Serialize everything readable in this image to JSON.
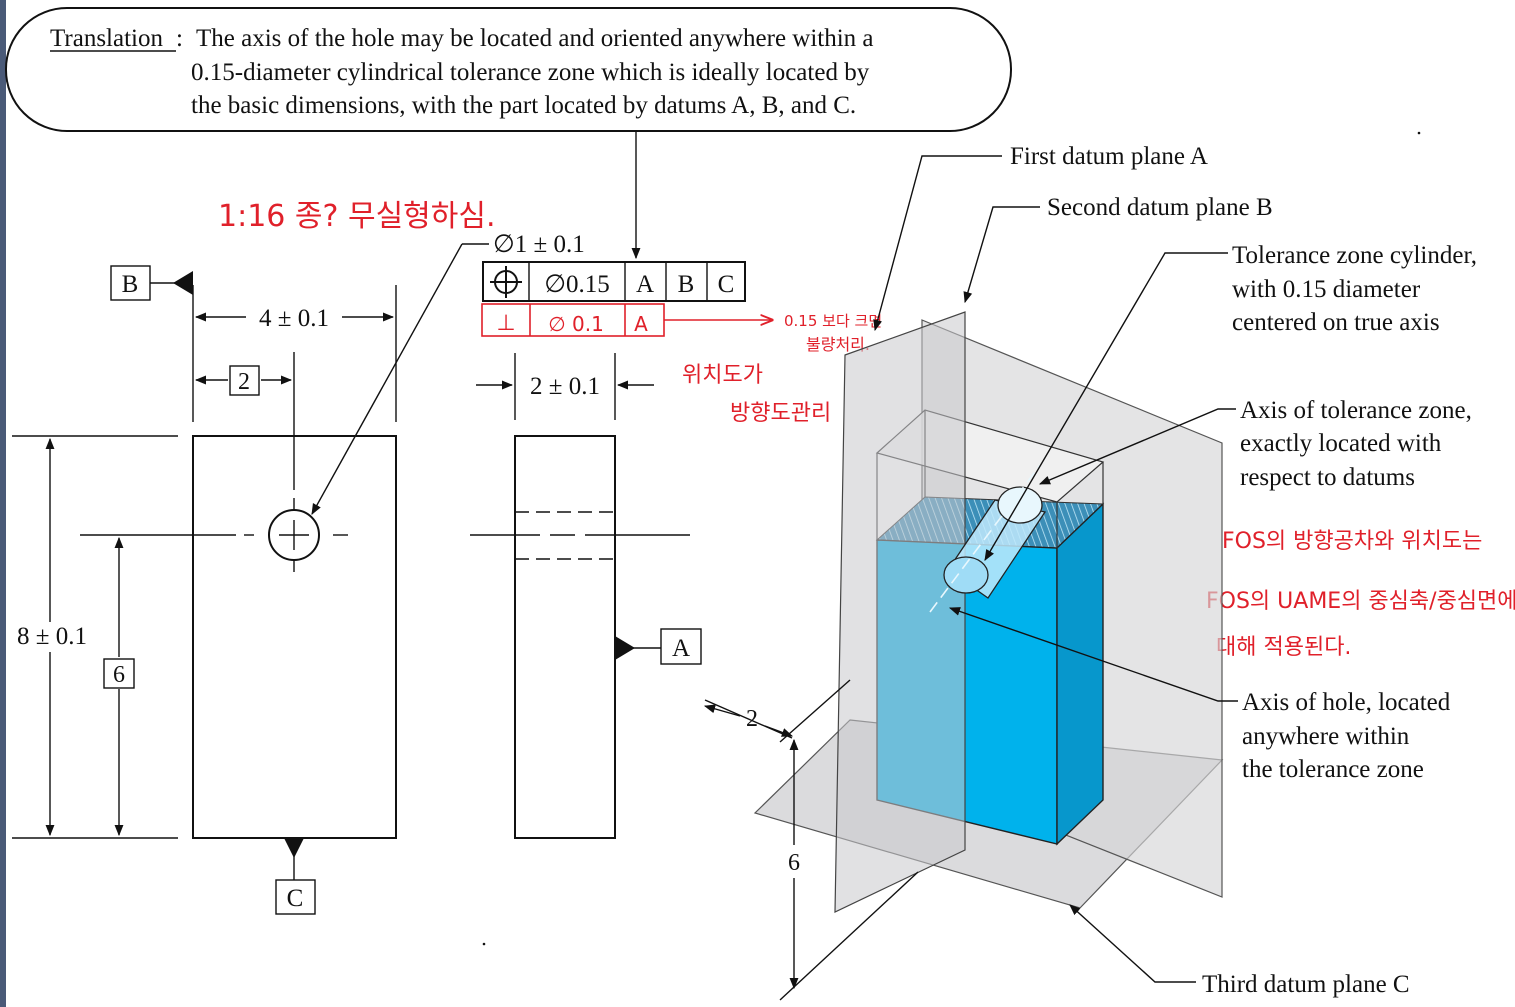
{
  "translation": {
    "label": "Translation",
    "colon": ":",
    "line1": "The axis of the hole may be located and oriented anywhere within a",
    "line2": "0.15-diameter cylindrical tolerance zone which is ideally located by",
    "line3": "the basic dimensions, with the part located by datums A, B, and C."
  },
  "dims": {
    "hole_dia": "∅1 ± 0.1",
    "width": "4 ± 0.1",
    "basic_2": "2",
    "height": "8 ± 0.1",
    "basic_6": "6",
    "thickness": "2 ± 0.1",
    "iso_2": "2",
    "iso_6": "6"
  },
  "fcf": {
    "symbol": "position",
    "tolerance": "∅0.15",
    "datum1": "A",
    "datum2": "B",
    "datum3": "C"
  },
  "datums": {
    "a": "A",
    "b": "B",
    "c": "C"
  },
  "callouts": {
    "first": "First datum plane A",
    "second": "Second datum plane B",
    "tol_zone_l1": "Tolerance zone cylinder,",
    "tol_zone_l2": "with 0.15 diameter",
    "tol_zone_l3": "centered on true axis",
    "axis_zone_l1": "Axis of tolerance zone,",
    "axis_zone_l2": "exactly located with",
    "axis_zone_l3": "respect to datums",
    "axis_hole_l1": "Axis of hole, located",
    "axis_hole_l2": "anywhere within",
    "axis_hole_l3": "the tolerance zone",
    "third": "Third datum plane C"
  },
  "handwritten": {
    "note_scale": "1:16 종? 무실형하심.",
    "perp_symbol": "⊥",
    "perp_tol": "∅ 0.1",
    "perp_datum": "A",
    "note_perp_l1": "0.15 보다 크면",
    "note_perp_l2": "불량처리.",
    "note_pos_l1": "위치도가",
    "note_pos_l2": "방향도관리",
    "note_fos_l1": "FOS의 방향공차와 위치도는",
    "note_fos_l2": "FOS의 UAME의 중심축/중심면에",
    "note_fos_l3": "대해 적용된다."
  },
  "colors": {
    "part_fill": "#00b2ec",
    "annotation": "#e0202a"
  }
}
